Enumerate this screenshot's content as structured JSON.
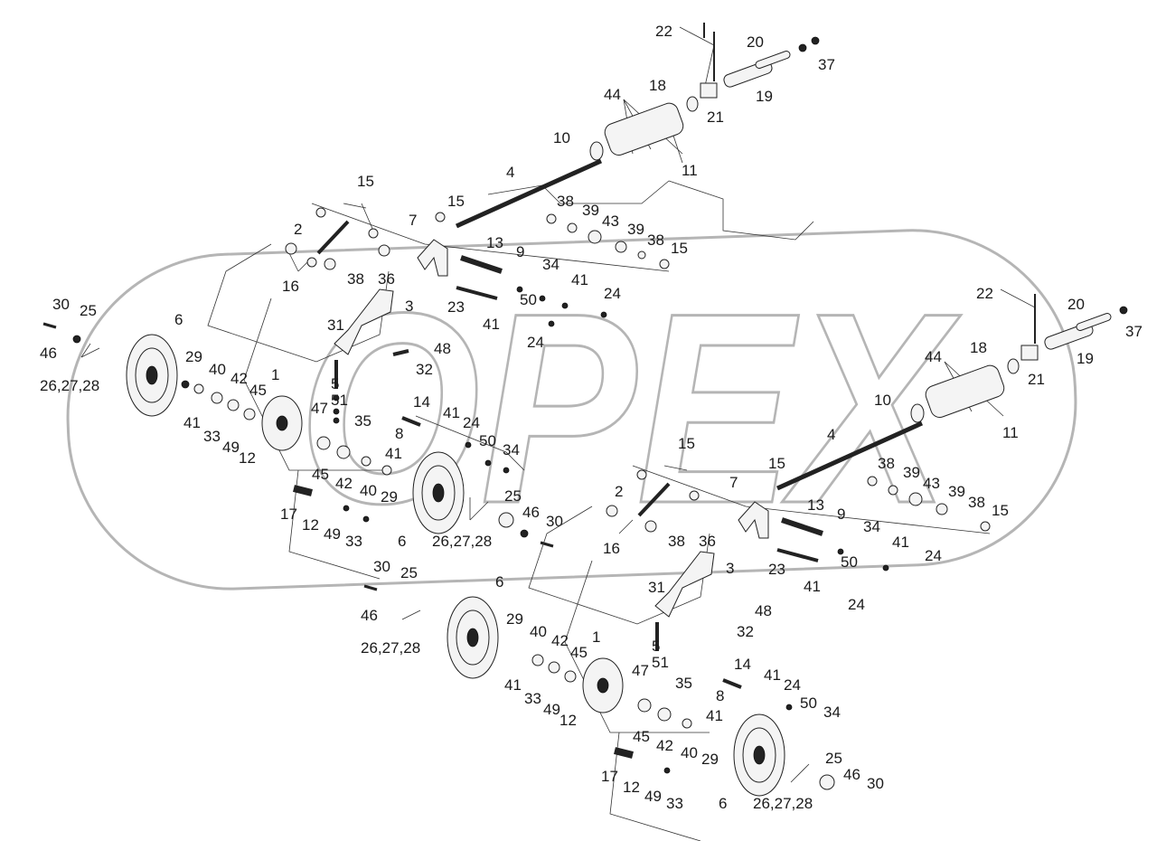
{
  "header_text": "",
  "watermark": "OPEX",
  "diagram": {
    "type": "exploded-parts-view",
    "assemblies": 2,
    "labels": {
      "a": {
        "p22": "22",
        "p20": "20",
        "p37": "37",
        "p18": "18",
        "p19": "19",
        "p21": "21",
        "p44": "44",
        "p10": "10",
        "p11": "11",
        "p4": "4",
        "p15a": "15",
        "p15b": "15",
        "p15c": "15",
        "p7": "7",
        "p38a": "38",
        "p39a": "39",
        "p43": "43",
        "p39b": "39",
        "p38b": "38",
        "p2": "2",
        "p13": "13",
        "p9": "9",
        "p34a": "34",
        "p41a": "41",
        "p24a": "24",
        "p16": "16",
        "p38c": "38",
        "p36": "36",
        "p3": "3",
        "p23": "23",
        "p50a": "50",
        "p41b": "41",
        "p24b": "24",
        "p30a": "30",
        "p25a": "25",
        "p6a": "6",
        "p31": "31",
        "p48": "48",
        "p46a": "46",
        "p29a": "29",
        "p40a": "40",
        "p42a": "42",
        "p32": "32",
        "p26a": "26,27,28",
        "p1": "1",
        "p45a": "45",
        "p5": "5",
        "p51": "51",
        "p47": "47",
        "p35": "35",
        "p14": "14",
        "p41c": "41",
        "p24c": "24",
        "p41d": "41",
        "p33a": "33",
        "p8": "8",
        "p49a": "49",
        "p12a": "12",
        "p50b": "50",
        "p34b": "34",
        "p41e": "41",
        "p45b": "45",
        "p42b": "42",
        "p40b": "40",
        "p29b": "29",
        "p25b": "25",
        "p17": "17",
        "p12b": "12",
        "p49b": "49",
        "p33b": "33",
        "p46b": "46",
        "p30b": "30",
        "p6b": "6",
        "p26b": "26,27,28"
      },
      "b": {
        "p22": "22",
        "p20": "20",
        "p37": "37",
        "p18": "18",
        "p19": "19",
        "p21": "21",
        "p44": "44",
        "p10": "10",
        "p11": "11",
        "p4": "4",
        "p15a": "15",
        "p15b": "15",
        "p15c": "15",
        "p7": "7",
        "p38a": "38",
        "p39a": "39",
        "p43": "43",
        "p39b": "39",
        "p38b": "38",
        "p2": "2",
        "p13": "13",
        "p9": "9",
        "p34a": "34",
        "p41a": "41",
        "p24a": "24",
        "p16": "16",
        "p38c": "38",
        "p36": "36",
        "p3": "3",
        "p23": "23",
        "p50a": "50",
        "p41b": "41",
        "p24b": "24",
        "p30a": "30",
        "p25a": "25",
        "p6a": "6",
        "p31": "31",
        "p48": "48",
        "p46a": "46",
        "p29a": "29",
        "p40a": "40",
        "p42a": "42",
        "p32": "32",
        "p26a": "26,27,28",
        "p1": "1",
        "p45a": "45",
        "p5": "5",
        "p51": "51",
        "p47": "47",
        "p35": "35",
        "p14": "14",
        "p41c": "41",
        "p24c": "24",
        "p41d": "41",
        "p33a": "33",
        "p8": "8",
        "p49a": "49",
        "p12a": "12",
        "p50b": "50",
        "p34b": "34",
        "p41e": "41",
        "p45b": "45",
        "p42b": "42",
        "p40b": "40",
        "p29b": "29",
        "p25b": "25",
        "p17": "17",
        "p12b": "12",
        "p49b": "49",
        "p33b": "33",
        "p46b": "46",
        "p30b": "30",
        "p6b": "6",
        "p26b": "26,27,28"
      }
    }
  }
}
